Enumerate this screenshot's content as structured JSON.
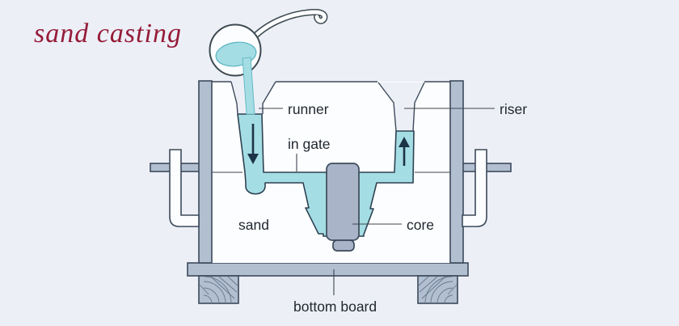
{
  "title": "sand casting",
  "labels": {
    "runner": "runner",
    "in_gate": "in gate",
    "riser": "riser",
    "sand": "sand",
    "core": "core",
    "bottom_board": "bottom board"
  },
  "icons": {
    "flow_down": "down-arrow",
    "flow_up": "up-arrow"
  },
  "colors": {
    "background": "#edeff7",
    "title_red": "#951b38",
    "molten_metal": "#a5dde4",
    "metal_gray": "#b2bfd1",
    "core_gray": "#a9b4c9",
    "sand_white": "#fcfdff",
    "outline": "#3c4a5a",
    "label_text": "#1f262e",
    "arrow": "#1d3347"
  }
}
